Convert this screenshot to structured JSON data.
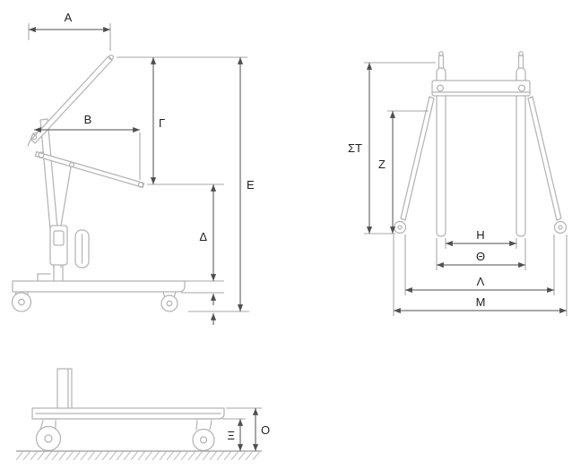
{
  "dimensions": {
    "a": "A",
    "b": "B",
    "gamma": "Γ",
    "epsilon": "E",
    "delta": "Δ",
    "sigma_tau": "ΣΤ",
    "zeta": "Z",
    "eta": "H",
    "theta": "Θ",
    "lambda": "Λ",
    "mu": "M",
    "xi": "Ξ",
    "omicron": "O"
  },
  "colors": {
    "background": "#ffffff",
    "machine_outline": "#b4b4b4",
    "dimension_line": "#4f4f4f",
    "label_text": "#1f1f1f"
  }
}
